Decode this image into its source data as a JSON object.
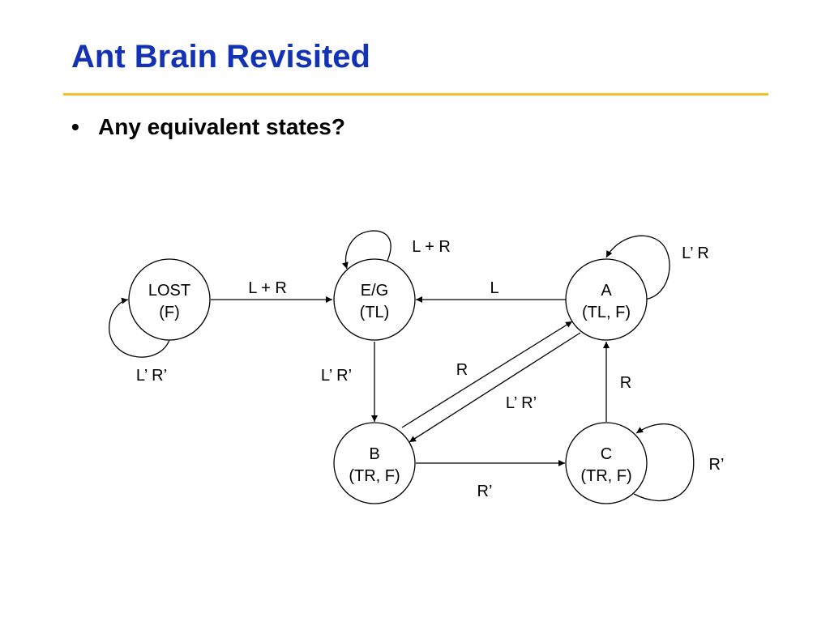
{
  "slide": {
    "title": "Ant Brain Revisited",
    "bullet_marker": "•",
    "bullet_text": "Any equivalent states?"
  },
  "colors": {
    "title": "#1432b4",
    "rule": "#f2bf2a"
  },
  "diagram": {
    "states": {
      "lost": {
        "line1": "LOST",
        "line2": "(F)"
      },
      "eg": {
        "line1": "E/G",
        "line2": "(TL)"
      },
      "a": {
        "line1": "A",
        "line2": "(TL, F)"
      },
      "b": {
        "line1": "B",
        "line2": "(TR, F)"
      },
      "c": {
        "line1": "C",
        "line2": "(TR, F)"
      }
    },
    "transitions": {
      "lost_self": "L’ R’",
      "lost_to_eg": "L + R",
      "eg_self": "L + R",
      "a_to_eg": "L",
      "a_self": "L’ R",
      "eg_to_b": "L’ R’",
      "b_to_a": "R",
      "a_to_b": "L’ R’",
      "c_to_a": "R",
      "b_to_c": "R’",
      "c_self": "R’"
    }
  }
}
